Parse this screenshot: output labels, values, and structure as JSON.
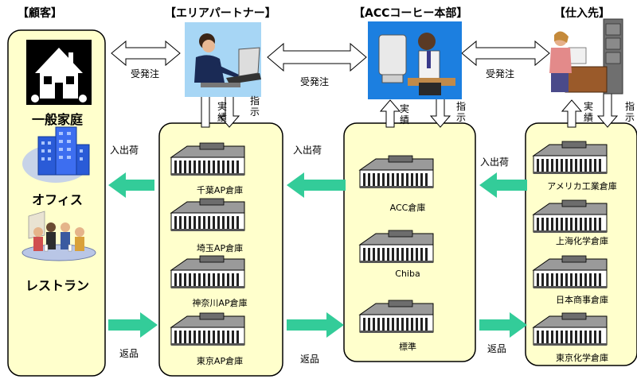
{
  "headers": {
    "customer": "【顧客】",
    "partner": "【エリアパートナー】",
    "hq": "【ACCコーヒー本部】",
    "supplier": "【仕入先】"
  },
  "customers": [
    "一般家庭",
    "オフィス",
    "レストラン"
  ],
  "warehouses": {
    "partner": [
      "千葉AP倉庫",
      "埼玉AP倉庫",
      "神奈川AP倉庫",
      "東京AP倉庫"
    ],
    "hq": [
      "ACC倉庫",
      "Chiba",
      "標準"
    ],
    "supplier": [
      "アメリカ工業倉庫",
      "上海化学倉庫",
      "日本商事倉庫",
      "東京化学倉庫"
    ]
  },
  "flows": {
    "order": "受発注",
    "shipping": "入出荷",
    "returns": "返品",
    "results": "実績",
    "instruction": "指示"
  },
  "colors": {
    "panel": "#ffffcc",
    "green_arrow": "#33cc99",
    "outline": "#000000"
  }
}
